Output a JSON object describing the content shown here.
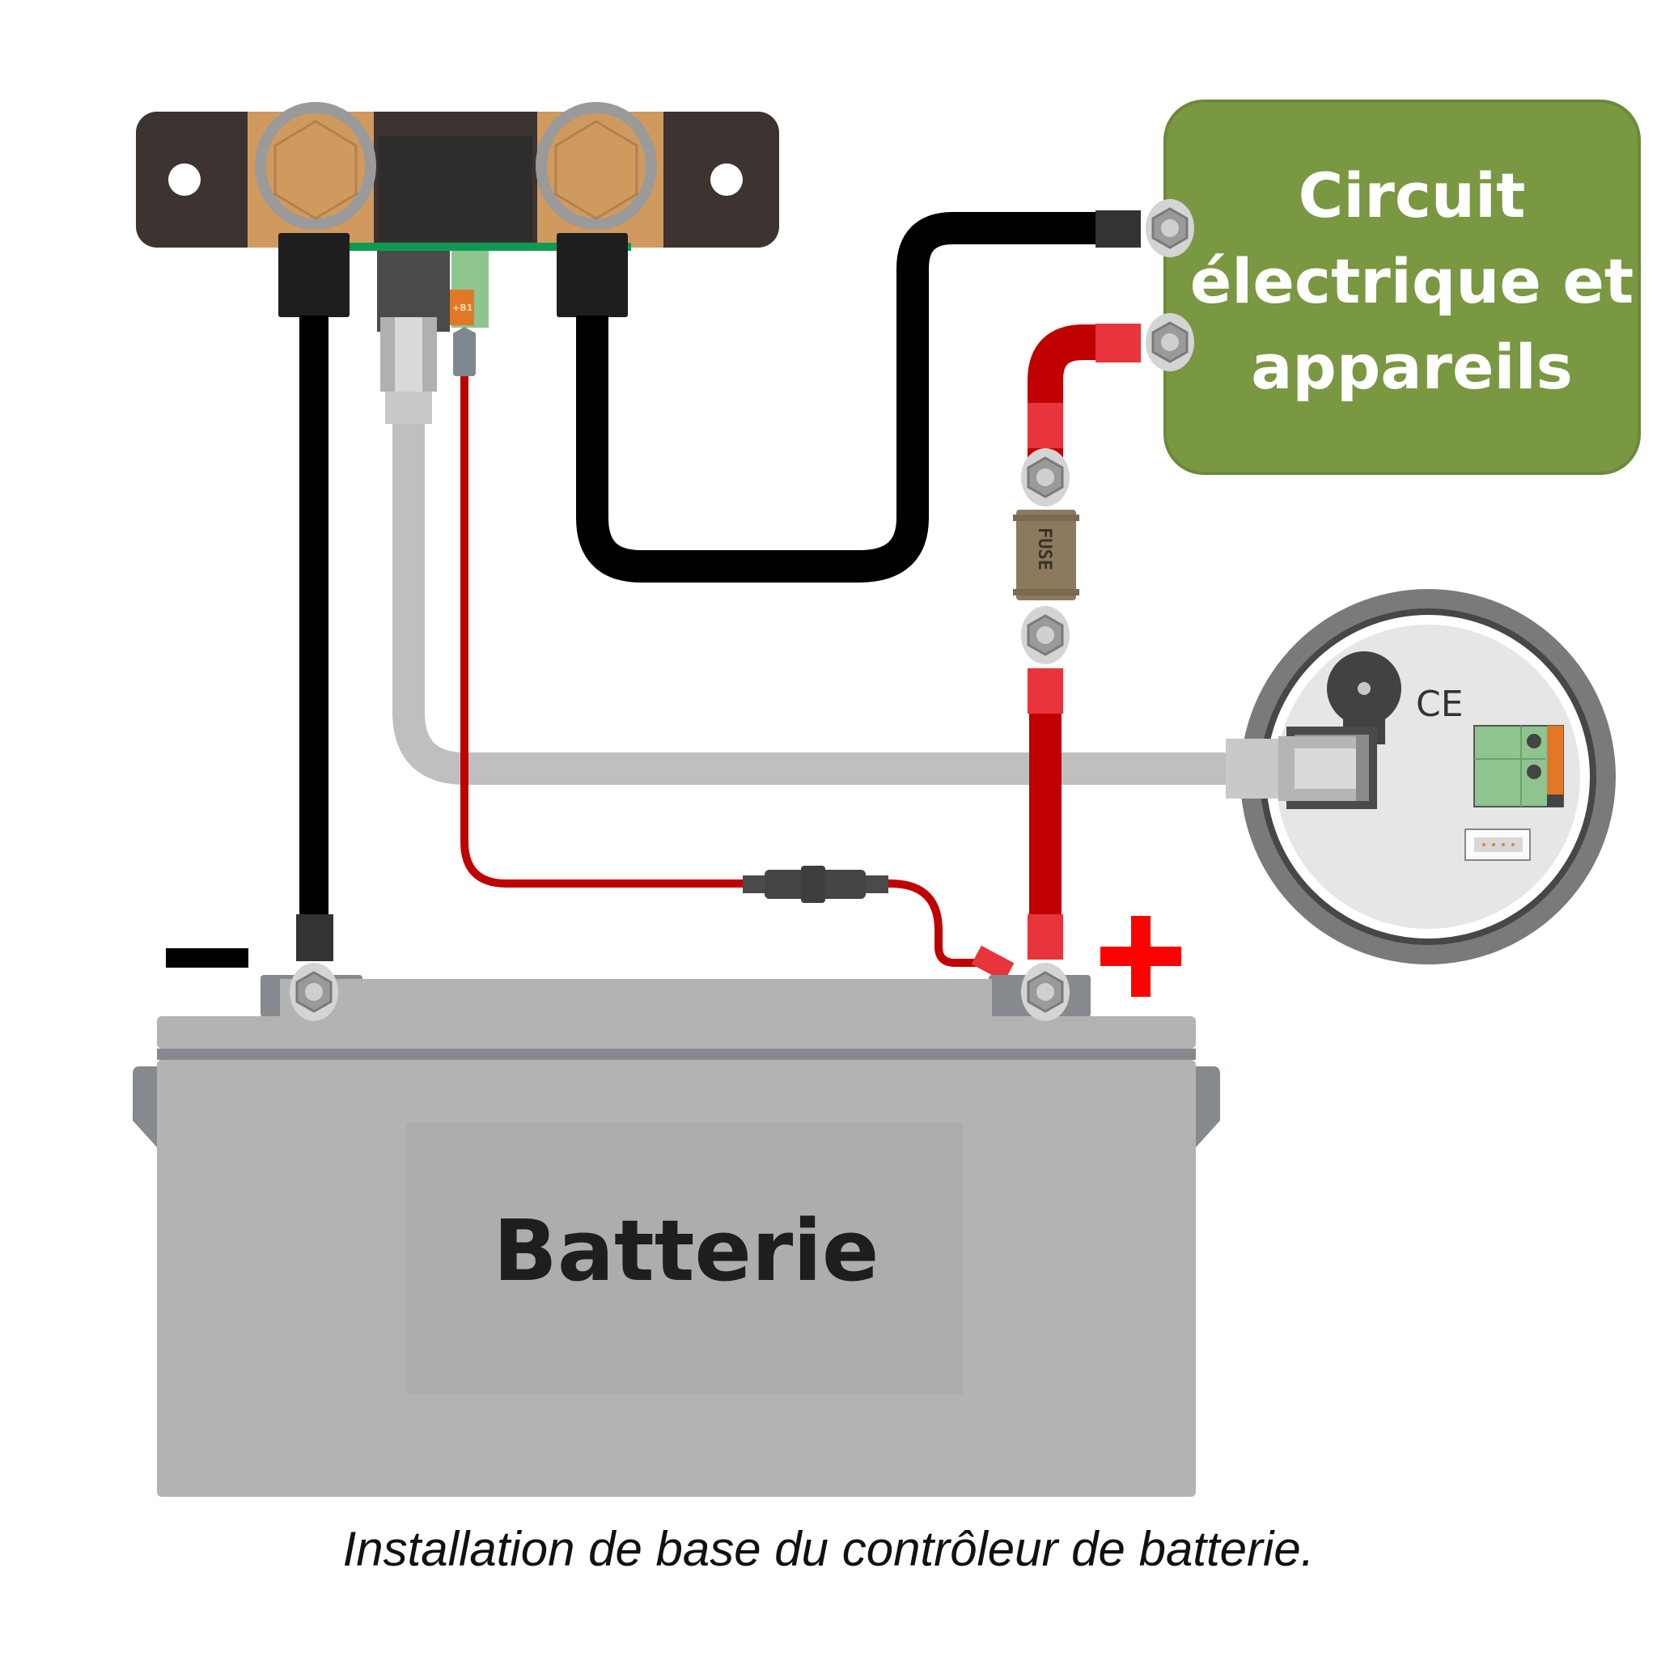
{
  "diagram": {
    "title": "Installation de base du contrôleur de batterie.",
    "load_box": {
      "lines": [
        "Circuit",
        "électrique et",
        "appareils"
      ],
      "color": "#7a9742"
    },
    "battery": {
      "label": "Batterie",
      "negative_sign": "−",
      "positive_sign": "+"
    },
    "shunt": {
      "terminal_label": "+B1"
    },
    "inline_fuse": {
      "label": "FUSE"
    },
    "monitor": {
      "certification": "CE"
    },
    "colors": {
      "negative_cable": "#000000",
      "positive_cable": "#c00000",
      "positive_sleeve": "#e8343c",
      "data_cable": "#bfbfbf",
      "plus_sign": "#ff0000",
      "shunt_body": "#3d3330",
      "copper": "#d09a5e",
      "battery_body": "#b3b3b3"
    }
  }
}
